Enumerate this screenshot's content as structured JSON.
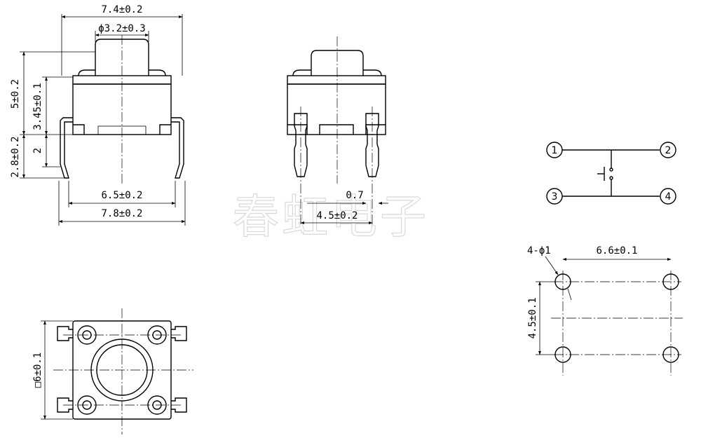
{
  "watermark": "春虹电子",
  "front_view": {
    "top_width": "7.4±0.2",
    "cap_dia": "ϕ3.2±0.3",
    "pin_pitch": "6.5±0.2",
    "overall_width": "7.8±0.2",
    "total_height": "5±0.2",
    "body_height": "3.45±0.1",
    "standoff": "2",
    "lead_length": "2.8±0.2"
  },
  "side_view": {
    "lead_thickness": "0.7",
    "pin_spacing": "4.5±0.2"
  },
  "top_view": {
    "body_size": "□6±0.1"
  },
  "schematic": {
    "pins": [
      "1",
      "2",
      "3",
      "4"
    ]
  },
  "pcb_layout": {
    "hole_spec": "4-ϕ1",
    "pitch_x": "6.6±0.1",
    "pitch_y": "4.5±0.1"
  }
}
